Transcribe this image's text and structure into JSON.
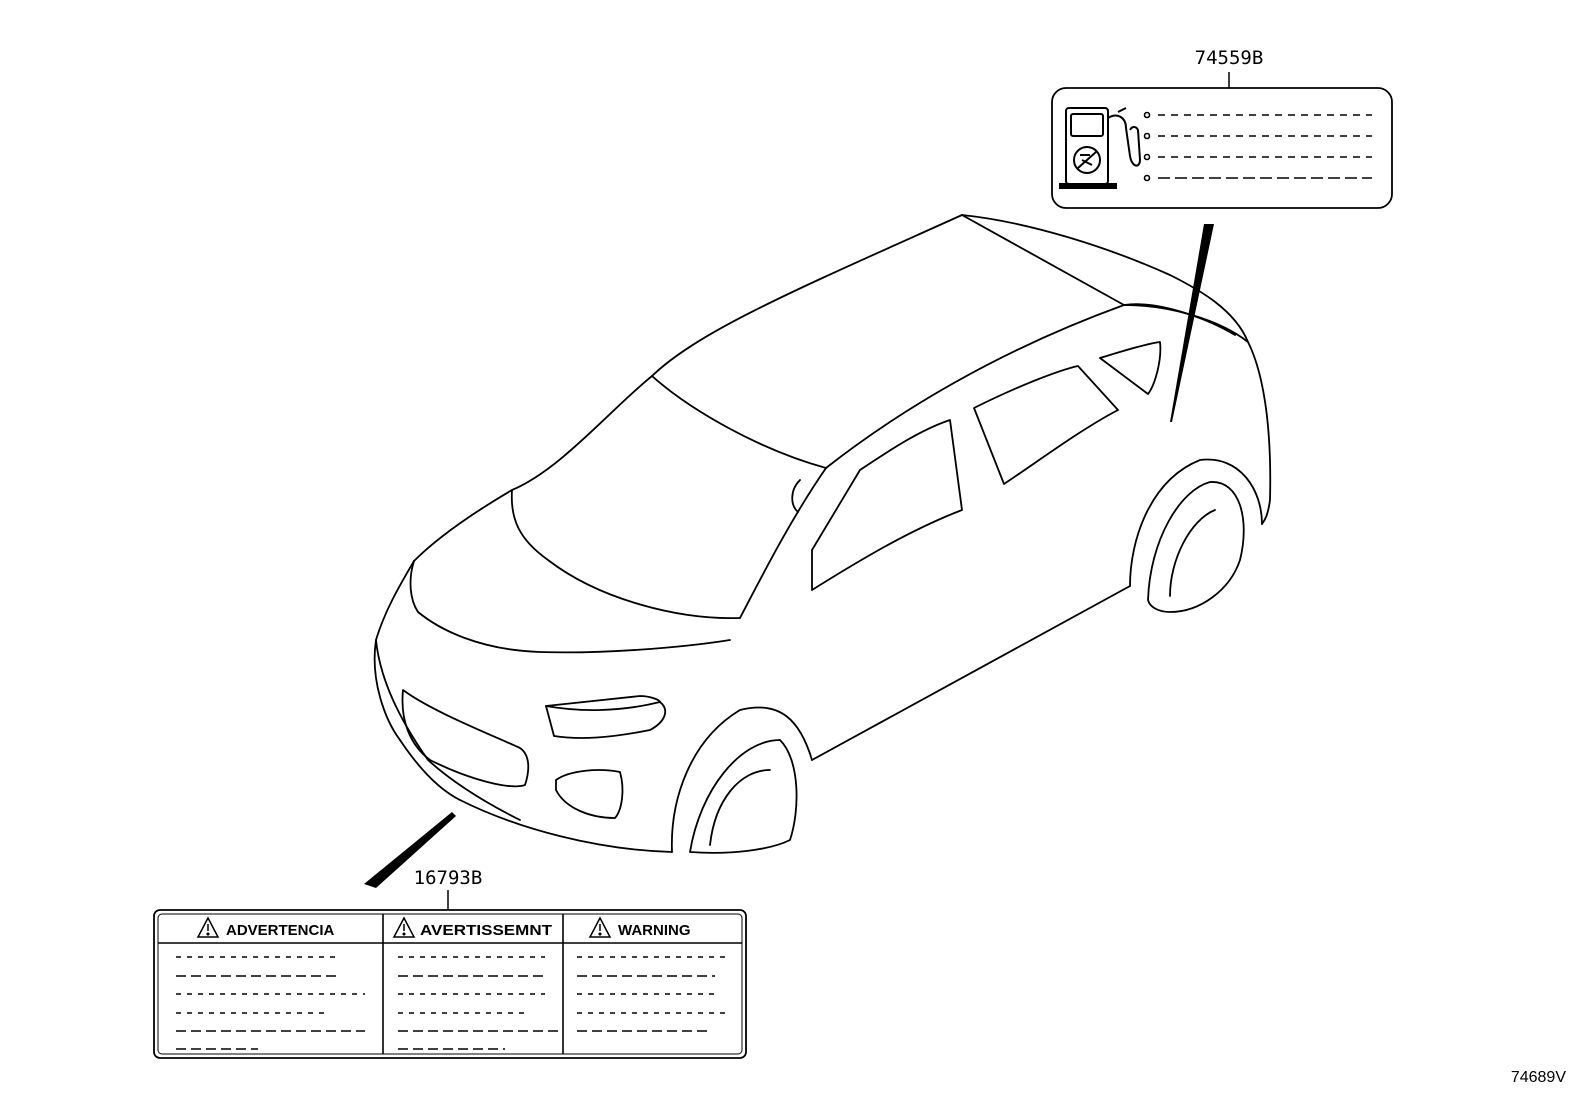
{
  "callouts": {
    "fuel_label_part": "74559B",
    "warning_label_part": "16793B"
  },
  "warning_label": {
    "columns": [
      "ADVERTENCIA",
      "AVERTISSEMNT",
      "WARNING"
    ],
    "icon": "warning-triangle-icon"
  },
  "fuel_label": {
    "icon": "fuel-pump-icon",
    "bullet_rows": 4
  },
  "diagram_ref": "74689V"
}
